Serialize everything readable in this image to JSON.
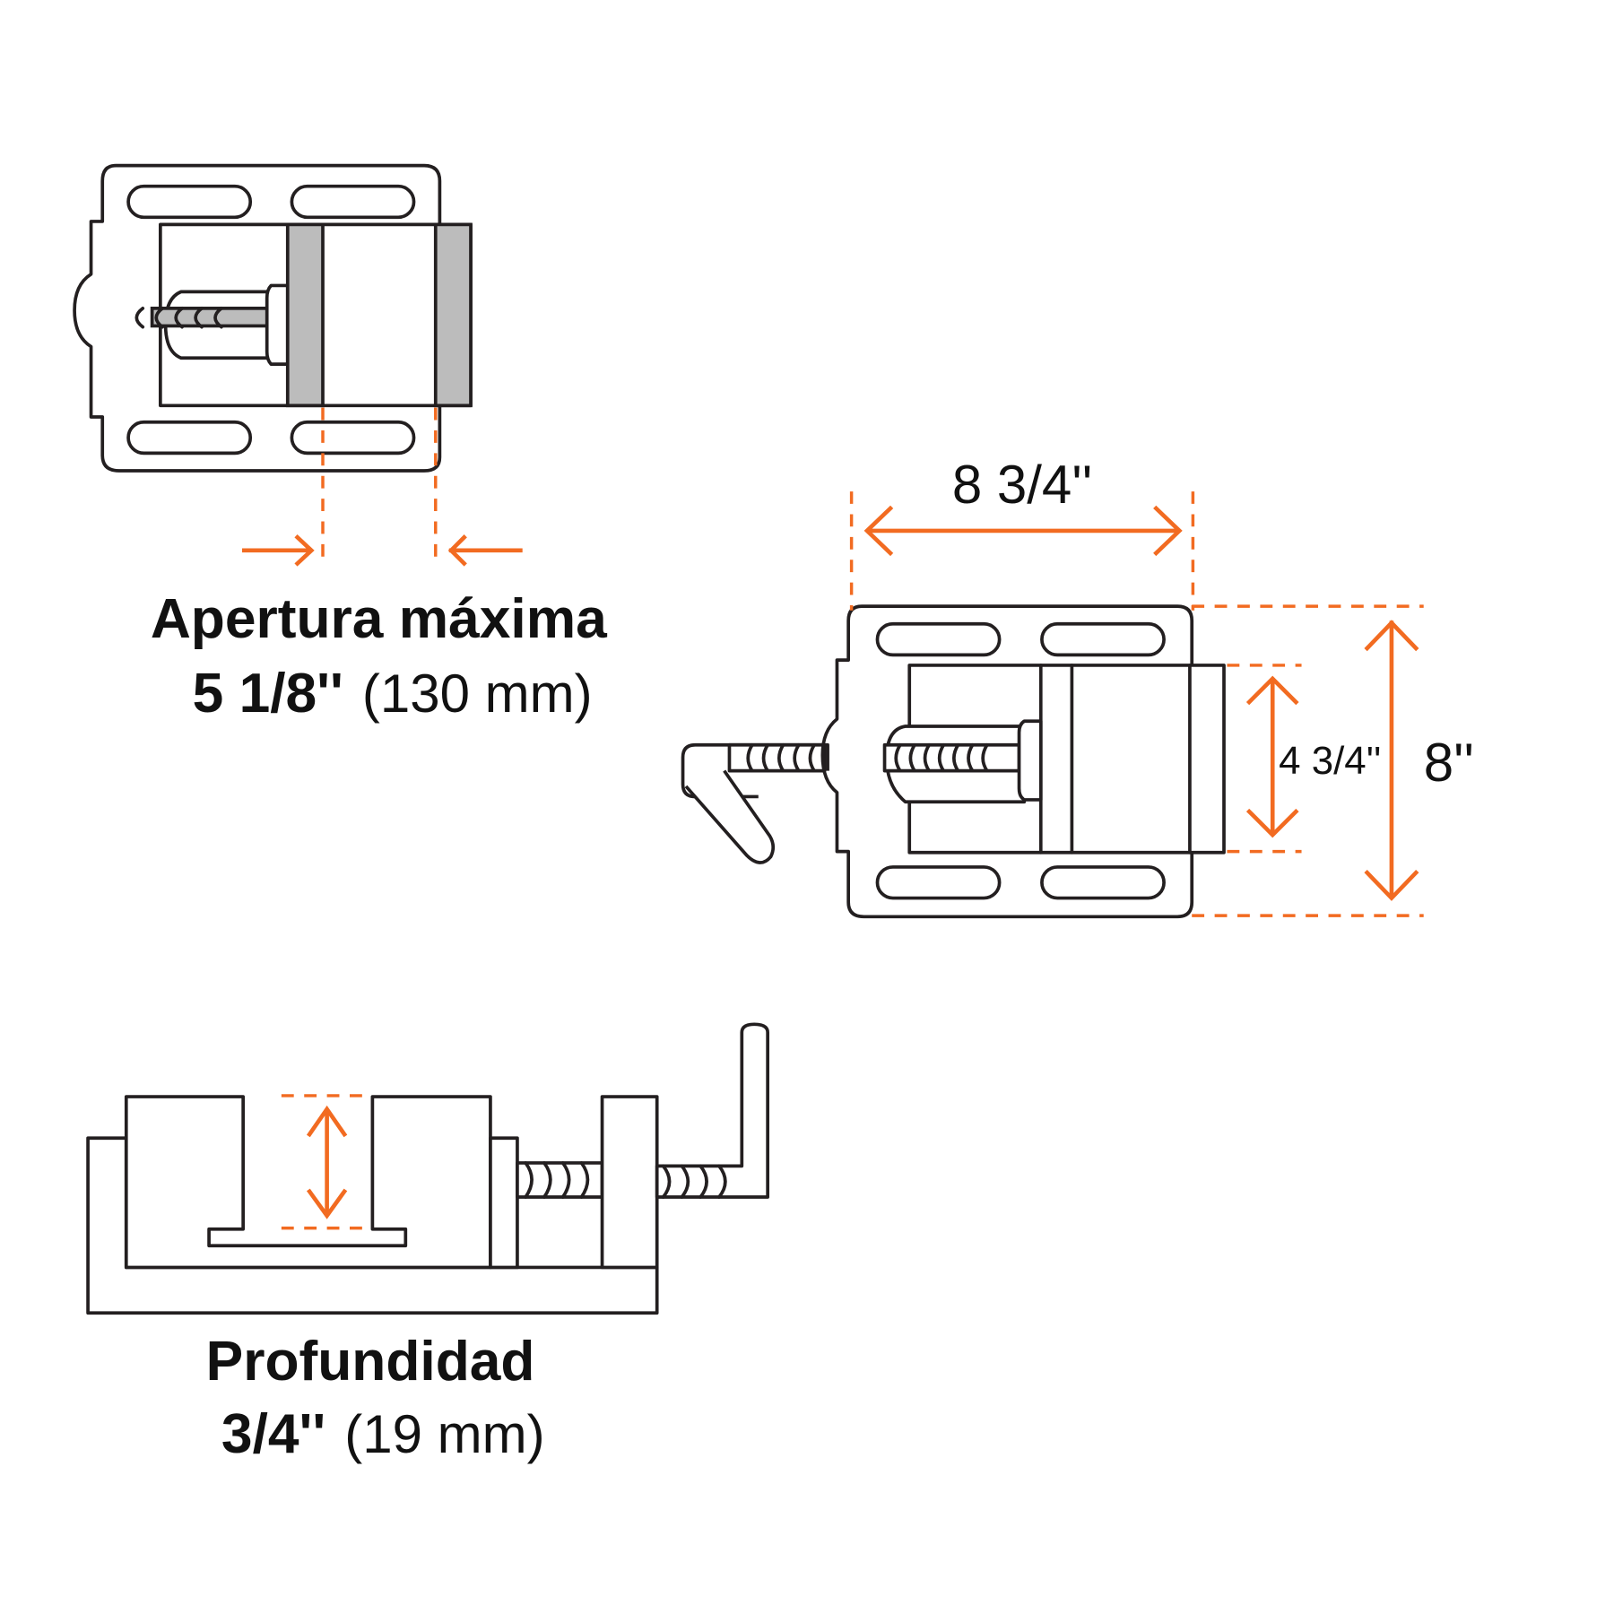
{
  "colors": {
    "outline": "#231f20",
    "accent_dimension": "#f26b21",
    "jaw_fill": "#bcbcbc",
    "background": "#ffffff"
  },
  "views": {
    "top_view_opening": {
      "title": "Apertura máxima",
      "value_in": "5 1/8''",
      "value_mm": "(130 mm)"
    },
    "top_view_dimensions": {
      "length": "8 3/4''",
      "jaw_width": "4 3/4''",
      "width": "8''"
    },
    "side_view_depth": {
      "title": "Profundidad",
      "value_in": "3/4''",
      "value_mm": "(19 mm)"
    }
  }
}
